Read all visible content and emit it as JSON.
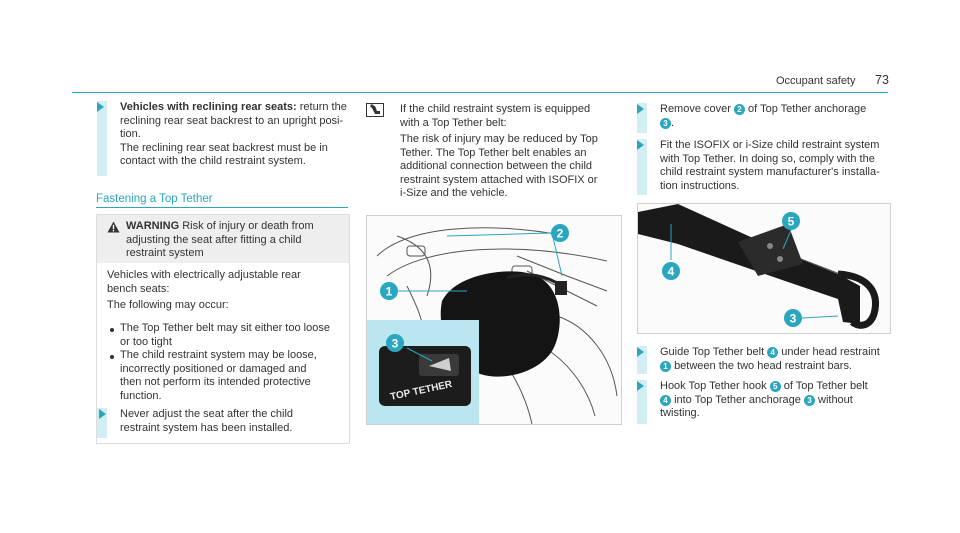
{
  "header": {
    "section": "Occupant safety",
    "page": "73"
  },
  "col1": {
    "step1": {
      "bold": "Vehicles with reclining rear seats:",
      "line1": "return the",
      "line2": "reclining rear seat backrest to an upright posi-",
      "line3": "tion.",
      "line4": "The reclining rear seat backrest must be in",
      "line5": "contact with the child restraint system."
    },
    "title": "Fastening a Top Tether",
    "warning": {
      "label": "WARNING",
      "head1": "Risk of injury or death from",
      "head2": "adjusting the seat after fitting a child",
      "head3": "restraint system",
      "p1a": "Vehicles with electrically adjustable rear",
      "p1b": "bench seats:",
      "p2": "The following may occur:",
      "b1a": "The Top Tether belt may sit either too loose",
      "b1b": "or too tight",
      "b2a": "The child restraint system may be loose,",
      "b2b": "incorrectly positioned or damaged and",
      "b2c": "then not perform its intended protective",
      "b2d": "function.",
      "act1": "Never adjust the seat after the child",
      "act2": "restraint system has been installed."
    }
  },
  "col2": {
    "note1": "If the child restraint system is equipped",
    "note2": "with a Top Tether belt:",
    "note3": "The risk of injury may be reduced by Top",
    "note4": "Tether. The Top Tether belt enables an",
    "note5": "additional connection between the child",
    "note6": "restraint system attached with ISOFIX or",
    "note7": "i-Size and the vehicle.",
    "fig": {
      "c1": "1",
      "c2": "2",
      "c3": "3",
      "inset_text": "TOP TETHER"
    }
  },
  "col3": {
    "s1a": "Remove cover",
    "s1n2": "2",
    "s1b": "of Top Tether anchorage",
    "s1n3": "3",
    "s1c": ".",
    "s2a": "Fit the ISOFIX or i-Size child restraint system",
    "s2b": "with Top Tether. In doing so, comply with the",
    "s2c": "child restraint system manufacturer's installa-",
    "s2d": "tion instructions.",
    "fig": {
      "c4": "4",
      "c5": "5",
      "c3": "3"
    },
    "s3a": "Guide Top Tether belt",
    "s3n4": "4",
    "s3b": "under head restraint",
    "s3n1": "1",
    "s3c": "between the two head restraint bars.",
    "s4a": "Hook Top Tether hook",
    "s4n5": "5",
    "s4b": "of Top Tether belt",
    "s4n4": "4",
    "s4c": "into Top Tether anchorage",
    "s4n3": "3",
    "s4d": "without",
    "s4e": "twisting."
  },
  "colors": {
    "accent": "#2aa6bf",
    "step_bar": "#d3eef3"
  },
  "icons": {
    "arrow": "step-arrow-icon",
    "warning": "warning-triangle-icon",
    "note": "child-seat-note-icon"
  }
}
